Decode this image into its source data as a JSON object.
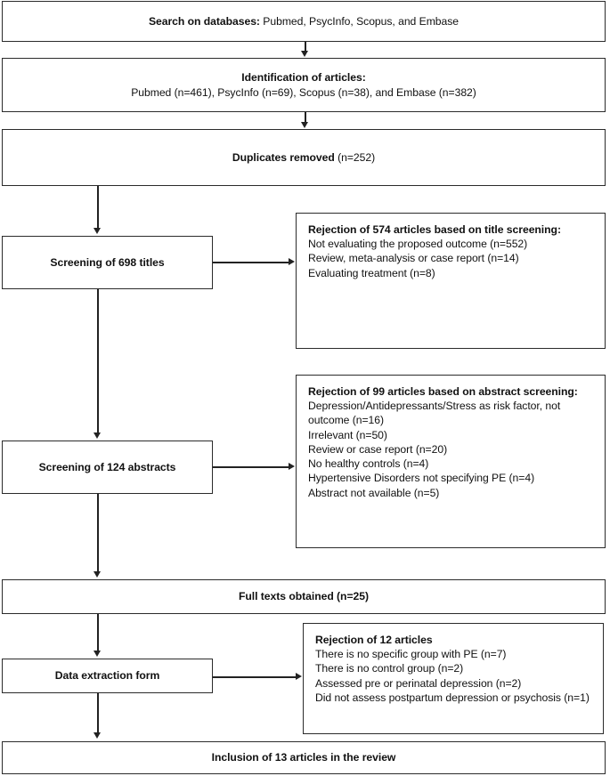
{
  "diagram": {
    "type": "prisma-flow-diagram",
    "boxes": {
      "search": {
        "bold_label": "Search on databases:",
        "text": " Pubmed, PsycInfo, Scopus, and Embase"
      },
      "identification": {
        "bold_label": "Identification of articles:",
        "line2": "Pubmed (n=461), PsycInfo (n=69), Scopus (n=38), and Embase (n=382)"
      },
      "duplicates": {
        "bold_label": "Duplicates removed",
        "text": " (n=252)"
      },
      "screening_titles": {
        "label": "Screening of 698 titles"
      },
      "rejection_title": {
        "heading": "Rejection of 574 articles based on title screening:",
        "items": [
          "Not evaluating the proposed outcome (n=552)",
          "Review, meta-analysis or case report (n=14)",
          "Evaluating treatment (n=8)"
        ]
      },
      "screening_abstracts": {
        "label": "Screening of 124 abstracts"
      },
      "rejection_abstract": {
        "heading": "Rejection of 99 articles based on abstract screening:",
        "items": [
          "Depression/Antidepressants/Stress as risk factor, not outcome (n=16)",
          "Irrelevant (n=50)",
          "Review or case report (n=20)",
          "No healthy controls (n=4)",
          "Hypertensive Disorders not specifying PE (n=4)",
          "Abstract not available (n=5)"
        ]
      },
      "full_texts": {
        "label": "Full texts obtained (n=25)"
      },
      "data_extraction": {
        "label": "Data extraction form"
      },
      "rejection_fulltext": {
        "heading": "Rejection of 12 articles",
        "items": [
          "There is no specific group with PE (n=7)",
          "There is no control group (n=2)",
          "Assessed pre or perinatal depression (n=2)",
          "Did not assess postpartum depression or psychosis (n=1)"
        ]
      },
      "inclusion": {
        "label": "Inclusion of 13 articles in the review"
      }
    },
    "colors": {
      "border": "#2b2b2b",
      "connector": "#222222",
      "background": "#ffffff",
      "text": "#111111"
    }
  }
}
